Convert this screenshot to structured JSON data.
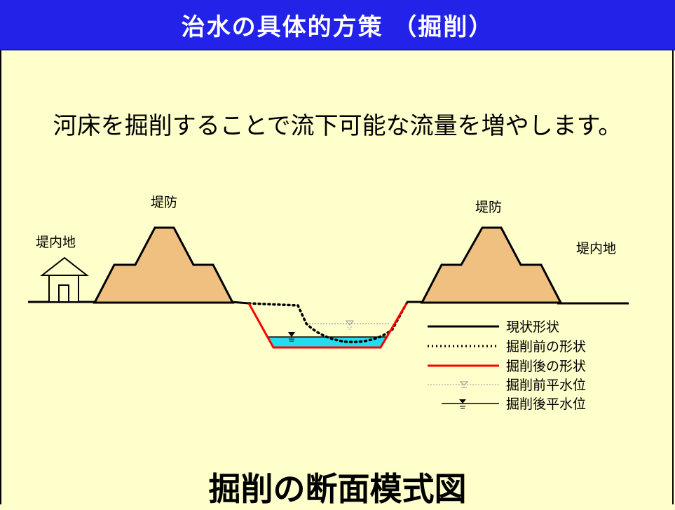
{
  "header": {
    "title": "治水の具体的方策 （掘削）"
  },
  "subtitle": "河床を掘削することで流下可能な流量を増やします。",
  "caption": "掘削の断面模式図",
  "diagram": {
    "levee_left_label": "堤防",
    "levee_right_label": "堤防",
    "inland_left_label": "堤内地",
    "inland_right_label": "堤内地"
  },
  "legend": {
    "items": [
      {
        "label": "現状形状",
        "color": "#000000",
        "style": "solid"
      },
      {
        "label": "掘削前の形状",
        "color": "#000000",
        "style": "dotted"
      },
      {
        "label": "掘削後の形状",
        "color": "#FF0000",
        "style": "solid"
      },
      {
        "label": "掘削前平水位",
        "color": "#999999",
        "style": "thin-dotted-water-mark"
      },
      {
        "label": "掘削後平水位",
        "color": "#000000",
        "style": "water-mark"
      }
    ]
  },
  "colors": {
    "title_bg": "#2222E8",
    "background": "#FFFFCC",
    "levee_fill": "#F0C080",
    "water_fill": "#22DDEE",
    "excavation_line": "#FF0000"
  }
}
